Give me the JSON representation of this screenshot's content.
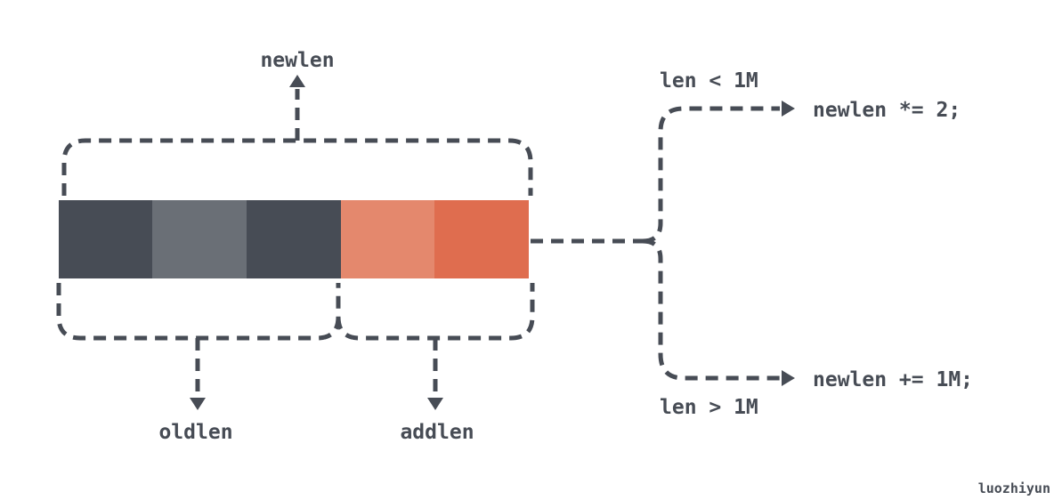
{
  "colors": {
    "line": "#474c55",
    "text": "#474c55",
    "dark_block": "#474c55",
    "mid_block": "#6a6f76",
    "light_orange_block": "#e4886d",
    "orange_block": "#df6d4f"
  },
  "blocks": [
    {
      "name": "block-1",
      "color": "#474c55"
    },
    {
      "name": "block-2",
      "color": "#6a6f76"
    },
    {
      "name": "block-3",
      "color": "#474c55"
    },
    {
      "name": "block-4",
      "color": "#e4886d"
    },
    {
      "name": "block-5",
      "color": "#df6d4f"
    }
  ],
  "labels": {
    "newlen": "newlen",
    "oldlen": "oldlen",
    "addlen": "addlen",
    "cond_small": "len < 1M",
    "cond_large": "len > 1M",
    "result_double": "newlen *= 2;",
    "result_add": "newlen += 1M;"
  },
  "watermark": "luozhiyun"
}
